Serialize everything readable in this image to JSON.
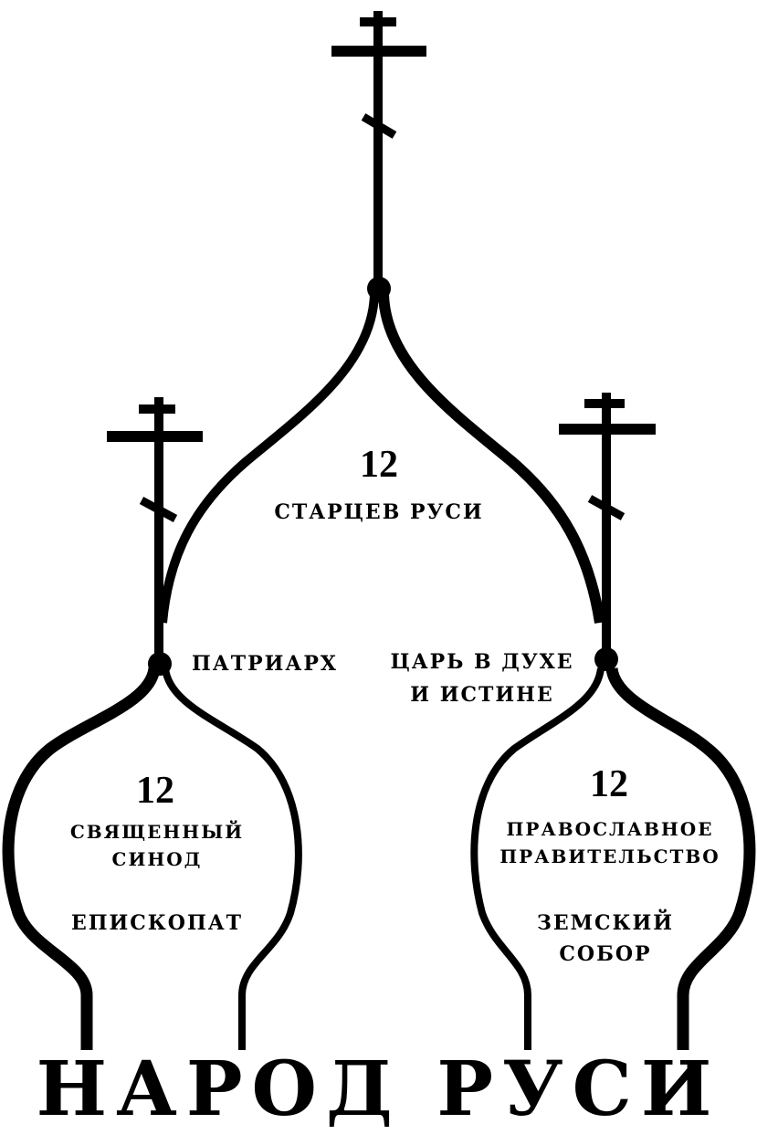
{
  "top_dome": {
    "number": "12",
    "label": "СТАРЦЕВ РУСИ"
  },
  "left_dome": {
    "number": "12",
    "label_line1": "СВЯЩЕННЫЙ",
    "label_line2": "СИНОД",
    "base_label": "ЕПИСКОПАТ",
    "junction_label": "ПАТРИАРХ"
  },
  "right_dome": {
    "number": "12",
    "label_line1": "ПРАВОСЛАВНОЕ",
    "label_line2": "ПРАВИТЕЛЬСТВО",
    "base_label_line1": "ЗЕМСКИЙ",
    "base_label_line2": "СОБОР",
    "junction_label_line1": "ЦАРЬ В ДУХЕ",
    "junction_label_line2": "И ИСТИНЕ"
  },
  "footer": {
    "title": "НАРОД РУСИ"
  },
  "colors": {
    "ink": "#000000",
    "background": "#ffffff"
  }
}
